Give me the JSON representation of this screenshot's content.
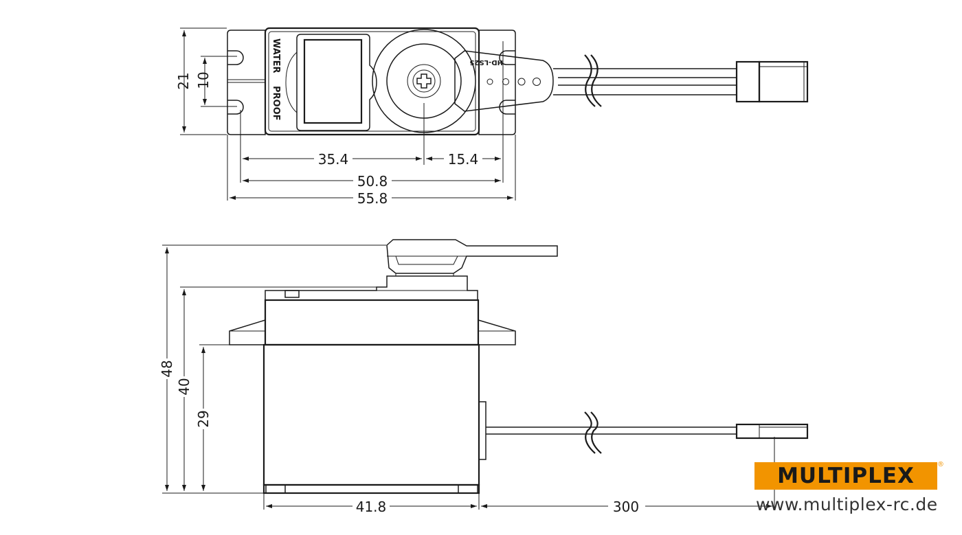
{
  "brand": {
    "name": "MULTIPLEX",
    "registered": "®",
    "website": "www.multiplex-rc.de",
    "colors": {
      "orange": "#f29400",
      "outline": "#1a1a1a"
    }
  },
  "top_view": {
    "label_water": "WATER",
    "label_proof": "PROOF",
    "model": "HD-LS25",
    "dimensions": {
      "height": "21",
      "hole_spacing": "10",
      "axis_offset": "35.4",
      "axis_to_hole": "15.4",
      "hole_to_hole": "50.8",
      "overall_length": "55.8"
    }
  },
  "side_view": {
    "dimensions": {
      "total_height": "48",
      "case_height": "40",
      "mount_height": "29",
      "case_width": "41.8",
      "cable_length": "300"
    }
  }
}
